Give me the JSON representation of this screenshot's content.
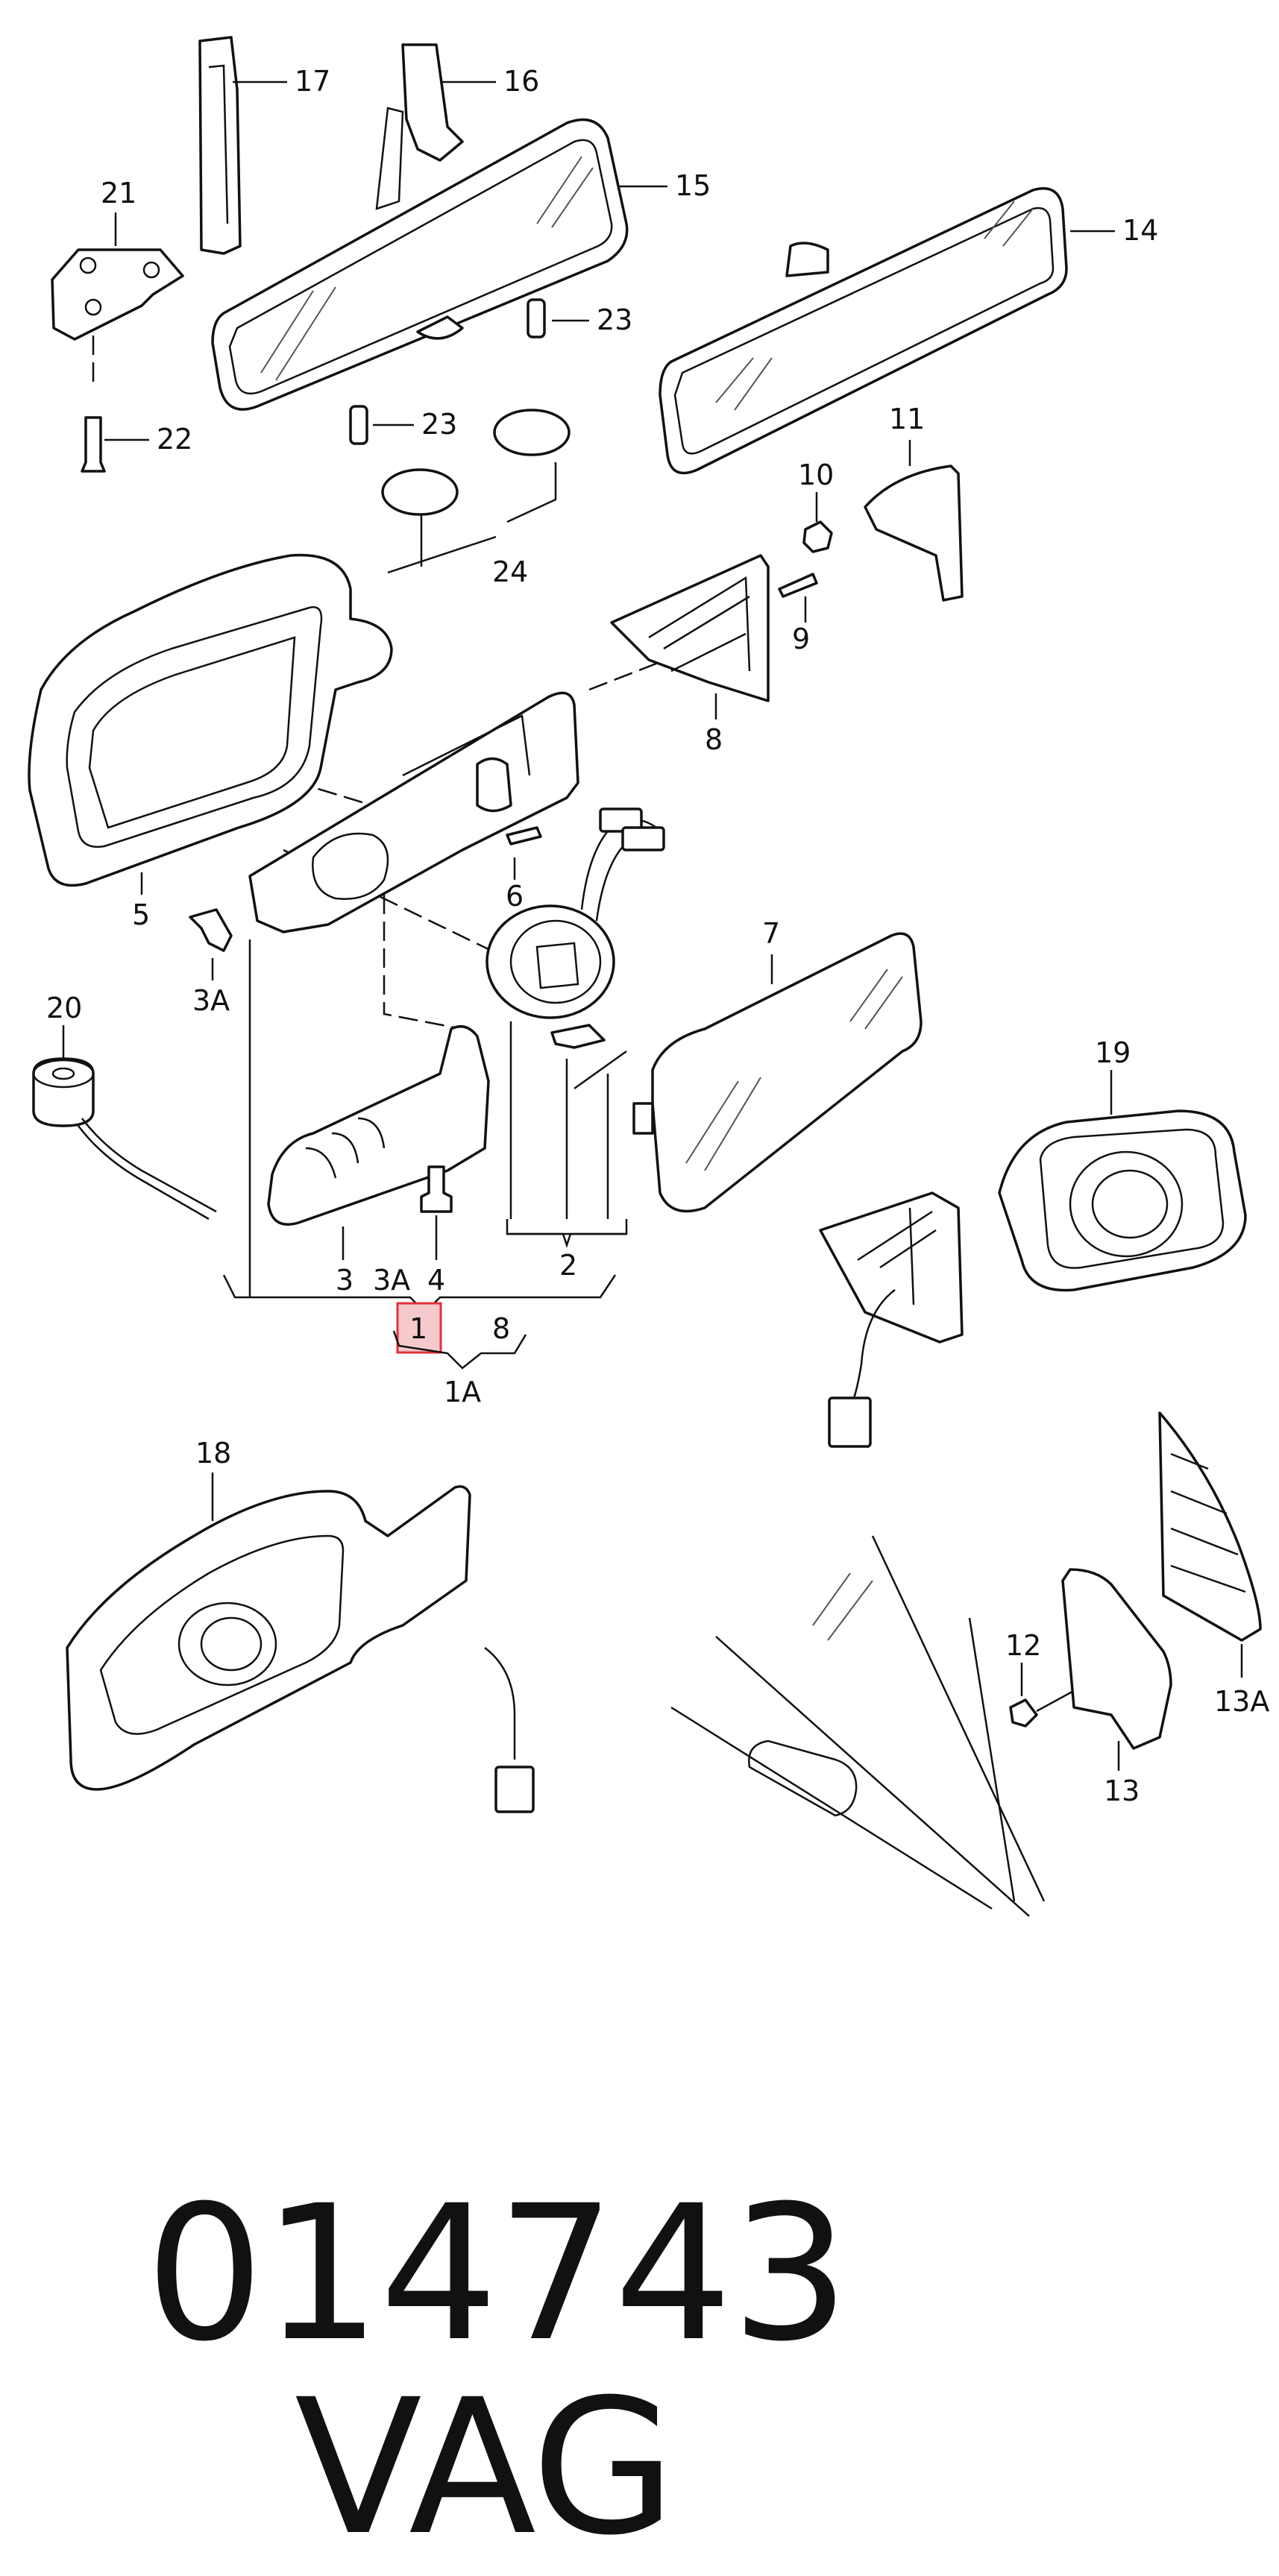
{
  "callouts": {
    "c1": "1",
    "c1a": "1A",
    "c2": "2",
    "c3": "3",
    "c3a_bottom": "3A",
    "c3a_clip": "3A",
    "c4": "4",
    "c5": "5",
    "c6": "6",
    "c7": "7",
    "c8_top": "8",
    "c8_bottom": "8",
    "c9": "9",
    "c10": "10",
    "c11": "11",
    "c12": "12",
    "c13": "13",
    "c13a": "13A",
    "c14": "14",
    "c15": "15",
    "c16": "16",
    "c17": "17",
    "c18": "18",
    "c19": "19",
    "c20": "20",
    "c21": "21",
    "c22": "22",
    "c23_top": "23",
    "c23_bottom": "23",
    "c24": "24"
  },
  "highlight_color": "#e0323c",
  "footer": {
    "part_code": "014743",
    "brand": "VAG"
  }
}
